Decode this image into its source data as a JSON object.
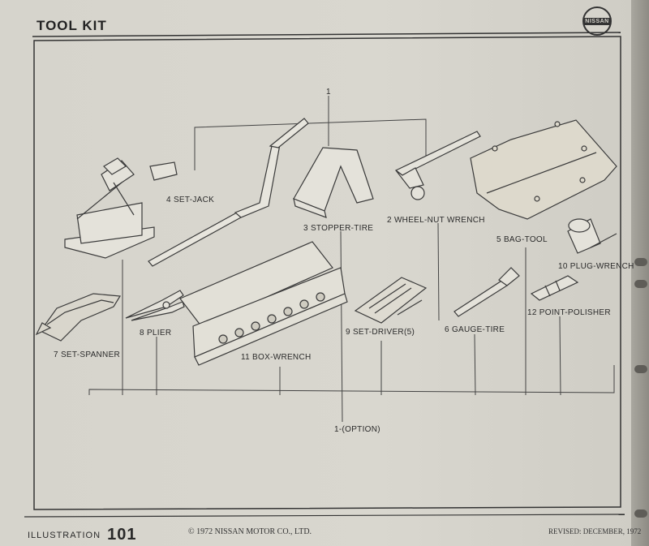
{
  "page": {
    "title": "TOOL KIT",
    "brand": "NISSAN",
    "illustration_label": "ILLUSTRATION",
    "illustration_number": "101",
    "copyright": "© 1972 NISSAN MOTOR CO., LTD.",
    "revised": "REVISED: DECEMBER, 1972"
  },
  "callouts": {
    "c1": "1",
    "stopper_tire": "3 STOPPER-TIRE",
    "set_jack": "4 SET-JACK",
    "wheel_nut_wrench": "2 WHEEL-NUT WRENCH",
    "bag_tool": "5 BAG-TOOL",
    "plug_wrench": "10 PLUG-WRENCH",
    "point_polisher": "12 POINT-POLISHER",
    "set_spanner": "7 SET-SPANNER",
    "plier": "8 PLIER",
    "box_wrench": "11 BOX-WRENCH",
    "set_driver": "9 SET-DRIVER(5)",
    "gauge_tire": "6 GAUGE-TIRE",
    "option": "1-(OPTION)"
  }
}
